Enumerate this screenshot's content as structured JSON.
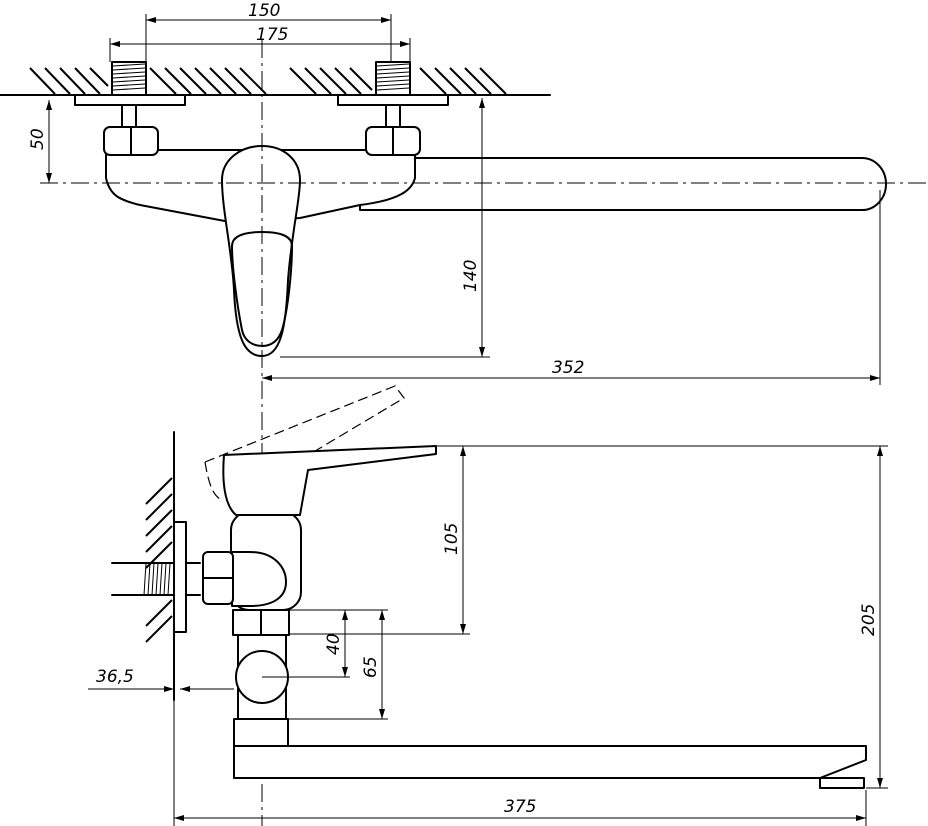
{
  "dimensions": {
    "spacing_150": "150",
    "spacing_175": "175",
    "depth_50": "50",
    "height_140": "140",
    "spout_352": "352",
    "height_105": "105",
    "height_205": "205",
    "size_40": "40",
    "size_65": "65",
    "offset_36_5": "36,5",
    "length_375": "375"
  }
}
